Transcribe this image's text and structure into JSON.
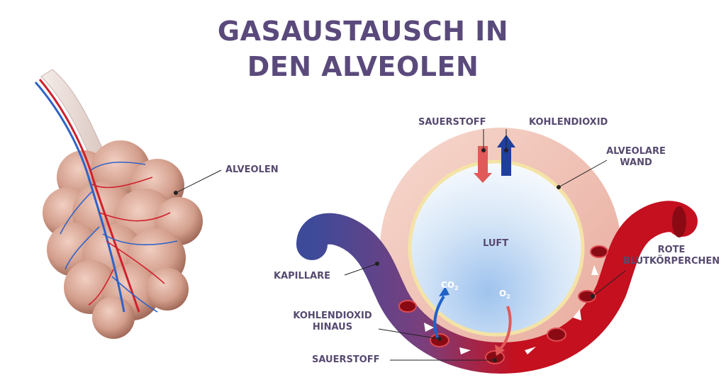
{
  "title": {
    "line1": "GASAUSTAUSCH IN",
    "line2": "DEN ALVEOLEN"
  },
  "labels": {
    "alveolen": "ALVEOLEN",
    "sauerstoff_top": "SAUERSTOFF",
    "kohlendioxid_top": "KOHLENDIOXID",
    "alveolare_line1": "ALVEOLARE",
    "alveolare_line2": "WAND",
    "luft": "LUFT",
    "rote_line1": "ROTE",
    "rote_line2": "BLUTKÖRPERCHEN",
    "kapillare": "KAPILLARE",
    "kohlendioxid_hinaus_line1": "KOHLENDIOXID",
    "kohlendioxid_hinaus_line2": "HINAUS",
    "sauerstoff_bottom": "SAUERSTOFF",
    "co2": "CO",
    "co2_sub": "2",
    "o2": "O",
    "o2_sub": "2"
  },
  "colors": {
    "title": "#5a4a7c",
    "label": "#574a70",
    "artery_red": "#c4101f",
    "vein_blue": "#3d4a9a",
    "alveolus_pink": "#c9917f",
    "oxygen_arrow": "#e05a5a",
    "co2_arrow": "#1f3f9e"
  }
}
